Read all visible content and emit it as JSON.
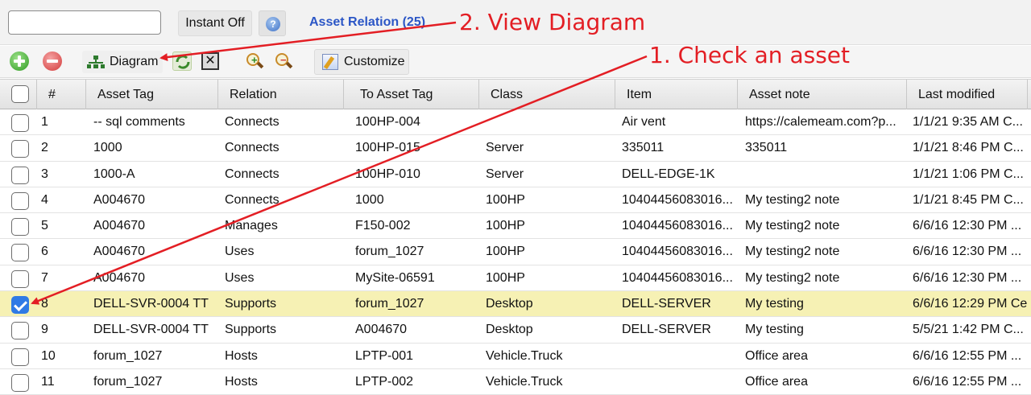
{
  "topbar": {
    "search_value": "",
    "instant_label": "Instant Off",
    "help_icon": "help-icon",
    "help_glyph": "?",
    "relation_title": "Asset Relation (25)"
  },
  "toolbar": {
    "add_icon": "add-icon",
    "remove_icon": "remove-icon",
    "diagram_label": "Diagram",
    "clear_glyph": "✕",
    "zoom_in_glyph": "+",
    "zoom_out_glyph": "−",
    "customize_label": "Customize"
  },
  "annotations": {
    "step1": "1. Check an asset",
    "step2": "2. View Diagram",
    "color": "#e31e24"
  },
  "grid": {
    "columns": [
      "#",
      "Asset Tag",
      "Relation",
      "To Asset Tag",
      "Class",
      "Item",
      "Asset note",
      "Last modified"
    ],
    "rows": [
      {
        "num": "1",
        "asset_tag": "-- sql comments",
        "relation": "Connects",
        "to_asset_tag": "100HP-004",
        "class": "",
        "item": "Air vent",
        "note": "https://calemeam.com?p...",
        "modified": "1/1/21 9:35 AM C...",
        "checked": false
      },
      {
        "num": "2",
        "asset_tag": "1000",
        "relation": "Connects",
        "to_asset_tag": "100HP-015",
        "class": "Server",
        "item": "335011",
        "note": "335011",
        "modified": "1/1/21 8:46 PM C...",
        "checked": false
      },
      {
        "num": "3",
        "asset_tag": "1000-A",
        "relation": "Connects",
        "to_asset_tag": "100HP-010",
        "class": "Server",
        "item": "DELL-EDGE-1K",
        "note": "",
        "modified": "1/1/21 1:06 PM C...",
        "checked": false
      },
      {
        "num": "4",
        "asset_tag": "A004670",
        "relation": "Connects",
        "to_asset_tag": "1000",
        "class": "100HP",
        "item": "10404456083016...",
        "note": "My testing2 note",
        "modified": "1/1/21 8:45 PM C...",
        "checked": false
      },
      {
        "num": "5",
        "asset_tag": "A004670",
        "relation": "Manages",
        "to_asset_tag": "F150-002",
        "class": "100HP",
        "item": "10404456083016...",
        "note": "My testing2 note",
        "modified": "6/6/16 12:30 PM ...",
        "checked": false
      },
      {
        "num": "6",
        "asset_tag": "A004670",
        "relation": "Uses",
        "to_asset_tag": "forum_1027",
        "class": "100HP",
        "item": "10404456083016...",
        "note": "My testing2 note",
        "modified": "6/6/16 12:30 PM ...",
        "checked": false
      },
      {
        "num": "7",
        "asset_tag": "A004670",
        "relation": "Uses",
        "to_asset_tag": "MySite-06591",
        "class": "100HP",
        "item": "10404456083016...",
        "note": "My testing2 note",
        "modified": "6/6/16 12:30 PM ...",
        "checked": false
      },
      {
        "num": "8",
        "asset_tag": "DELL-SVR-0004 TT",
        "relation": "Supports",
        "to_asset_tag": "forum_1027",
        "class": "Desktop",
        "item": "DELL-SERVER",
        "note": "My testing",
        "modified": "6/6/16 12:29 PM Ce",
        "checked": true
      },
      {
        "num": "9",
        "asset_tag": "DELL-SVR-0004 TT",
        "relation": "Supports",
        "to_asset_tag": "A004670",
        "class": "Desktop",
        "item": "DELL-SERVER",
        "note": "My testing",
        "modified": "5/5/21 1:42 PM C...",
        "checked": false
      },
      {
        "num": "10",
        "asset_tag": "forum_1027",
        "relation": "Hosts",
        "to_asset_tag": "LPTP-001",
        "class": "Vehicle.Truck",
        "item": "",
        "note": "Office area",
        "modified": "6/6/16 12:55 PM ...",
        "checked": false
      },
      {
        "num": "11",
        "asset_tag": "forum_1027",
        "relation": "Hosts",
        "to_asset_tag": "LPTP-002",
        "class": "Vehicle.Truck",
        "item": "",
        "note": "Office area",
        "modified": "6/6/16 12:55 PM ...",
        "checked": false
      }
    ]
  }
}
